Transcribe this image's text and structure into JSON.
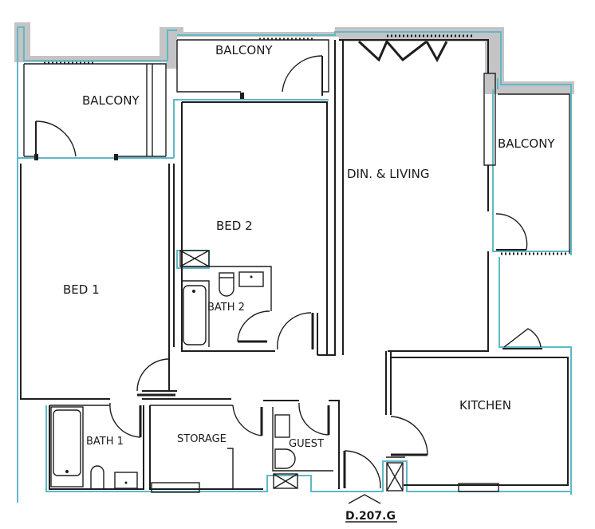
{
  "plan": {
    "unit_reference": "D.207.G",
    "colors": {
      "wall": "#1e1e1e",
      "outline_cyan": "#5fb9c6",
      "balcony_parapet_grey": "#c4c4c6",
      "background": "#ffffff"
    },
    "rooms": {
      "balcony_1": "BALCONY",
      "balcony_2": "BALCONY",
      "balcony_3": "BALCONY",
      "bed_1": "BED 1",
      "bed_2": "BED 2",
      "bath_1": "BATH 1",
      "bath_2": "BATH 2",
      "din_living": "DIN. & LIVING",
      "kitchen": "KITCHEN",
      "storage": "STORAGE",
      "guest": "GUEST"
    }
  }
}
